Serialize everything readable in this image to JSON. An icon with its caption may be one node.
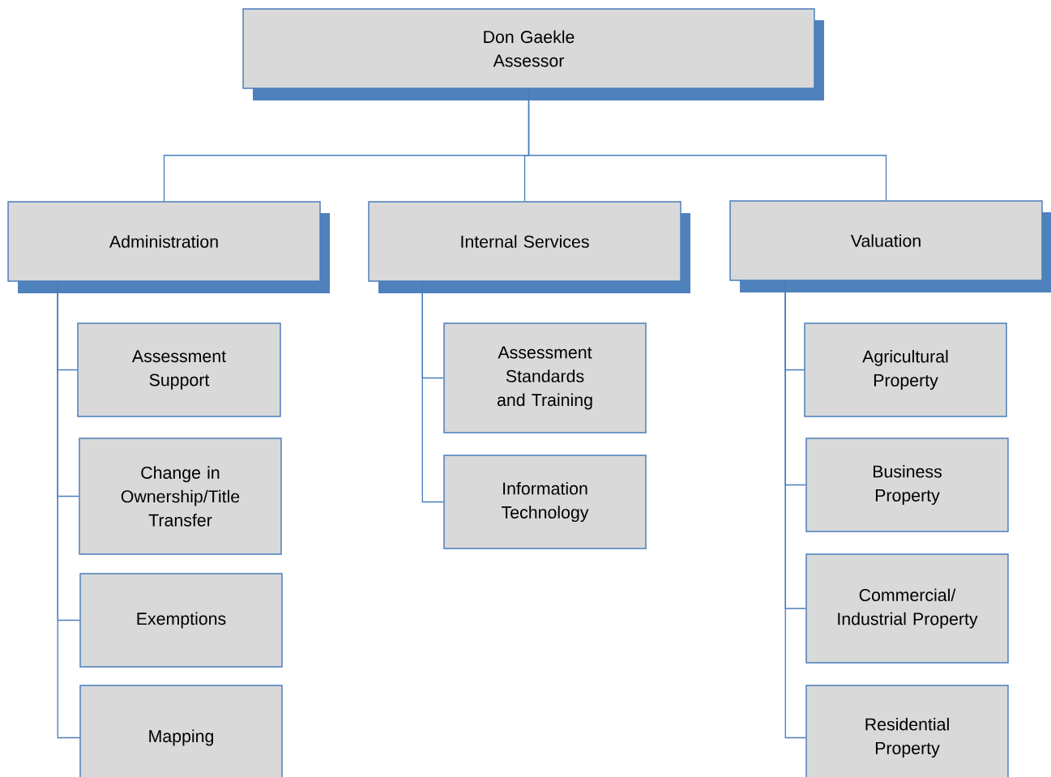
{
  "diagram": {
    "nodes": [
      {
        "text": [
          "Don Gaekle",
          "Assessor"
        ]
      },
      {
        "text": [
          "Administration"
        ]
      },
      {
        "text": [
          "Internal Services"
        ]
      },
      {
        "text": [
          "Valuation"
        ]
      },
      {
        "text": [
          "Assessment Support"
        ]
      },
      {
        "text": [
          "Change in Ownership/Title Transfer"
        ]
      },
      {
        "text": [
          "Exemptions"
        ]
      },
      {
        "text": [
          "Mapping"
        ]
      },
      {
        "text": [
          "Assessment Standards and Training"
        ]
      },
      {
        "text": [
          "Information Technology"
        ]
      },
      {
        "text": [
          "Agricultural Property"
        ]
      },
      {
        "text": [
          "Business Property"
        ]
      },
      {
        "text": [
          "Commercial/ Industrial Property"
        ]
      },
      {
        "text": [
          "Residential Property"
        ]
      }
    ],
    "edges": [
      {
        "from": 0,
        "to": 1,
        "arrow": "none"
      },
      {
        "from": 0,
        "to": 2,
        "arrow": "none"
      },
      {
        "from": 0,
        "to": 3,
        "arrow": "none"
      },
      {
        "from": 1,
        "to": 4,
        "arrow": "none"
      },
      {
        "from": 1,
        "to": 5,
        "arrow": "none"
      },
      {
        "from": 1,
        "to": 6,
        "arrow": "none"
      },
      {
        "from": 1,
        "to": 7,
        "arrow": "none"
      },
      {
        "from": 2,
        "to": 8,
        "arrow": "none"
      },
      {
        "from": 2,
        "to": 9,
        "arrow": "none"
      },
      {
        "from": 3,
        "to": 10,
        "arrow": "none"
      },
      {
        "from": 3,
        "to": 11,
        "arrow": "none"
      },
      {
        "from": 3,
        "to": 12,
        "arrow": "none"
      },
      {
        "from": 3,
        "to": 13,
        "arrow": "none"
      }
    ]
  }
}
